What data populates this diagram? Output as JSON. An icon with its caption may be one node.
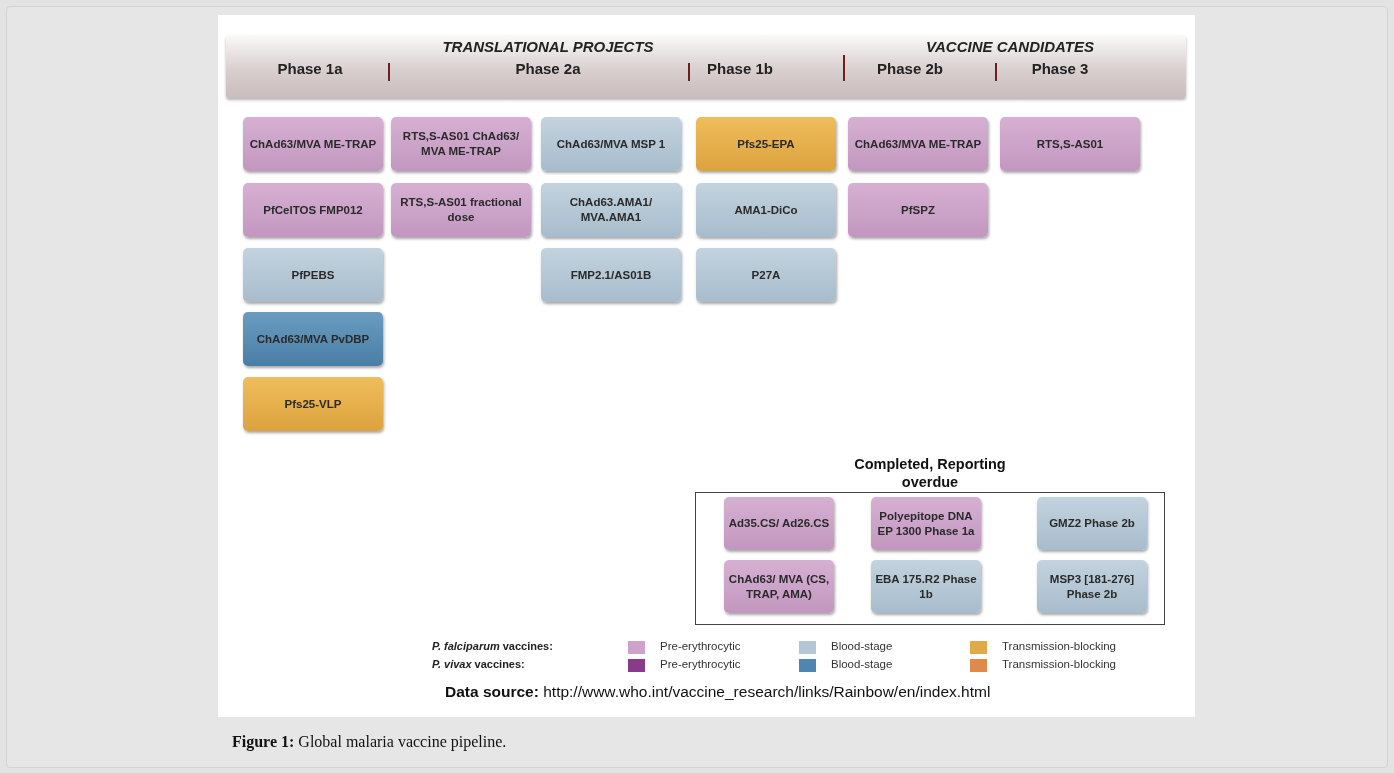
{
  "diagram": {
    "caption": "**Figure 1:** Global malaria vaccine pipeline.",
    "nodes": [
      {
        "text": [
          "TRANSLATIONAL PROJECTS",
          "VACCINE CANDIDATES",
          "Phase 1a",
          "Phase 2a",
          "Phase 1b",
          "Phase 2b",
          "Phase 3"
        ]
      },
      {
        "text": [
          "ChAd63/MVA ME-TRAP"
        ]
      },
      {
        "text": [
          "PfCelTOS FMP012"
        ]
      },
      {
        "text": [
          "PfPEBS"
        ]
      },
      {
        "text": [
          "ChAd63/MVA PvDBP"
        ]
      },
      {
        "text": [
          "Pfs25-VLP"
        ]
      },
      {
        "text": [
          "RTS,S-AS01 ChAd63/ MVA ME-TRAP"
        ]
      },
      {
        "text": [
          "RTS,S-AS01 fractional dose"
        ]
      },
      {
        "text": [
          "ChAd63/MVA MSP 1"
        ]
      },
      {
        "text": [
          "ChAd63.AMA1/ MVA.AMA1"
        ]
      },
      {
        "text": [
          "FMP2.1/AS01B"
        ]
      },
      {
        "text": [
          "Pfs25-EPA"
        ]
      },
      {
        "text": [
          "AMA1-DiCo"
        ]
      },
      {
        "text": [
          "P27A"
        ]
      },
      {
        "text": [
          "ChAd63/MVA ME-TRAP"
        ]
      },
      {
        "text": [
          "PfSPZ"
        ]
      },
      {
        "text": [
          "RTS,S-AS01"
        ]
      },
      {
        "text": [
          "Completed, Reporting overdue"
        ]
      },
      {
        "text": [
          "Ad35.CS/ Ad26.CS"
        ],
        "in": 17
      },
      {
        "text": [
          "Polyepitope DNA EP 1300 Phase 1a"
        ],
        "in": 17
      },
      {
        "text": [
          "GMZ2 Phase 2b"
        ],
        "in": 17
      },
      {
        "text": [
          "ChAd63/ MVA (CS, TRAP, AMA)"
        ],
        "in": 17
      },
      {
        "text": [
          "EBA 175.R2 Phase 1b"
        ],
        "in": 17
      },
      {
        "text": [
          "MSP3 [181-276] Phase 2b"
        ],
        "in": 17
      }
    ],
    "labels": [
      "*P. falciparum* vaccines:",
      "*P. vivax* vaccines:",
      "**Data source:** http://www.who.int/vaccine_research/links/Rainbow/en/index.html"
    ],
    "legend": [
      {
        "text": "Pre-erythrocytic",
        "color": "#cfa2cc"
      },
      {
        "text": "Blood-stage",
        "color": "#b1c6d6"
      },
      {
        "text": "Transmission-blocking",
        "color": "#e1a94a"
      },
      {
        "text": "Pre-erythrocytic",
        "color": "#8a3a8a"
      },
      {
        "text": "Blood-stage",
        "color": "#4f86b0"
      },
      {
        "text": "Transmission-blocking",
        "color": "#df8a4a"
      }
    ]
  }
}
